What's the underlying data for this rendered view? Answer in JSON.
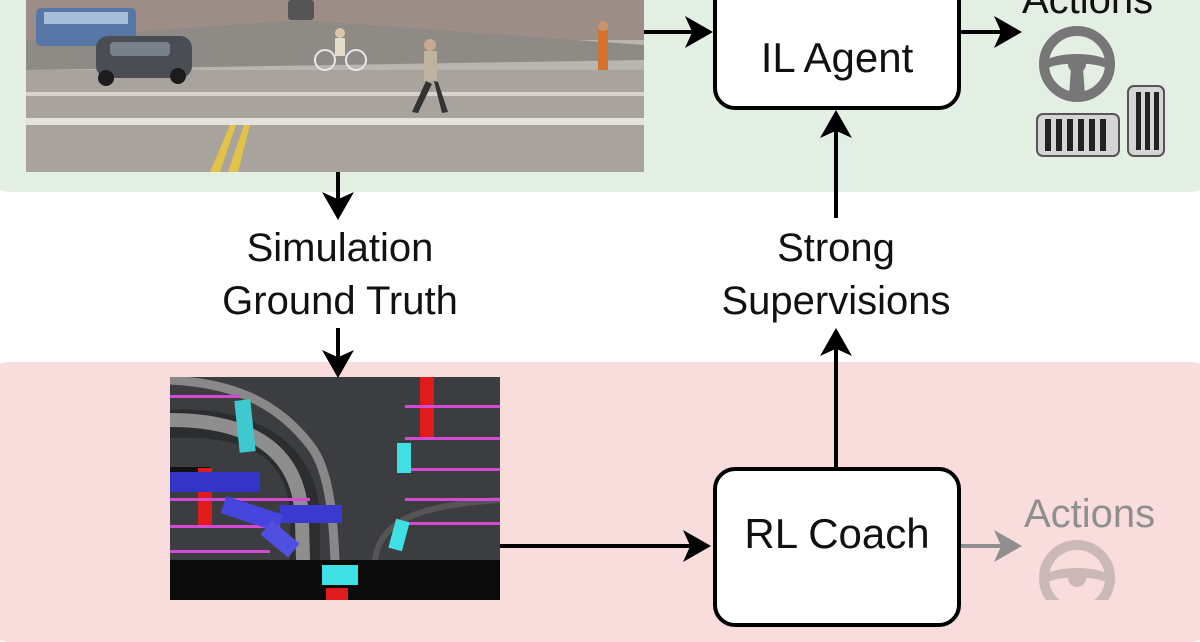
{
  "nodes": {
    "il_agent": "IL Agent",
    "rl_coach": "RL Coach"
  },
  "labels": {
    "simulation_line1": "Simulation",
    "simulation_line2": "Ground Truth",
    "strong_line1": "Strong",
    "strong_line2": "Supervisions",
    "actions_top": "Actions",
    "actions_bottom": "Actions"
  },
  "icons": [
    "camera-frame-image",
    "birdseye-map-image",
    "steering-wheel-icon",
    "pedal-icon"
  ],
  "colors": {
    "top_panel": "#e4efe4",
    "bottom_panel": "#f9dcdc",
    "arrow": "#000000",
    "faded_arrow": "#8f8f8f"
  }
}
